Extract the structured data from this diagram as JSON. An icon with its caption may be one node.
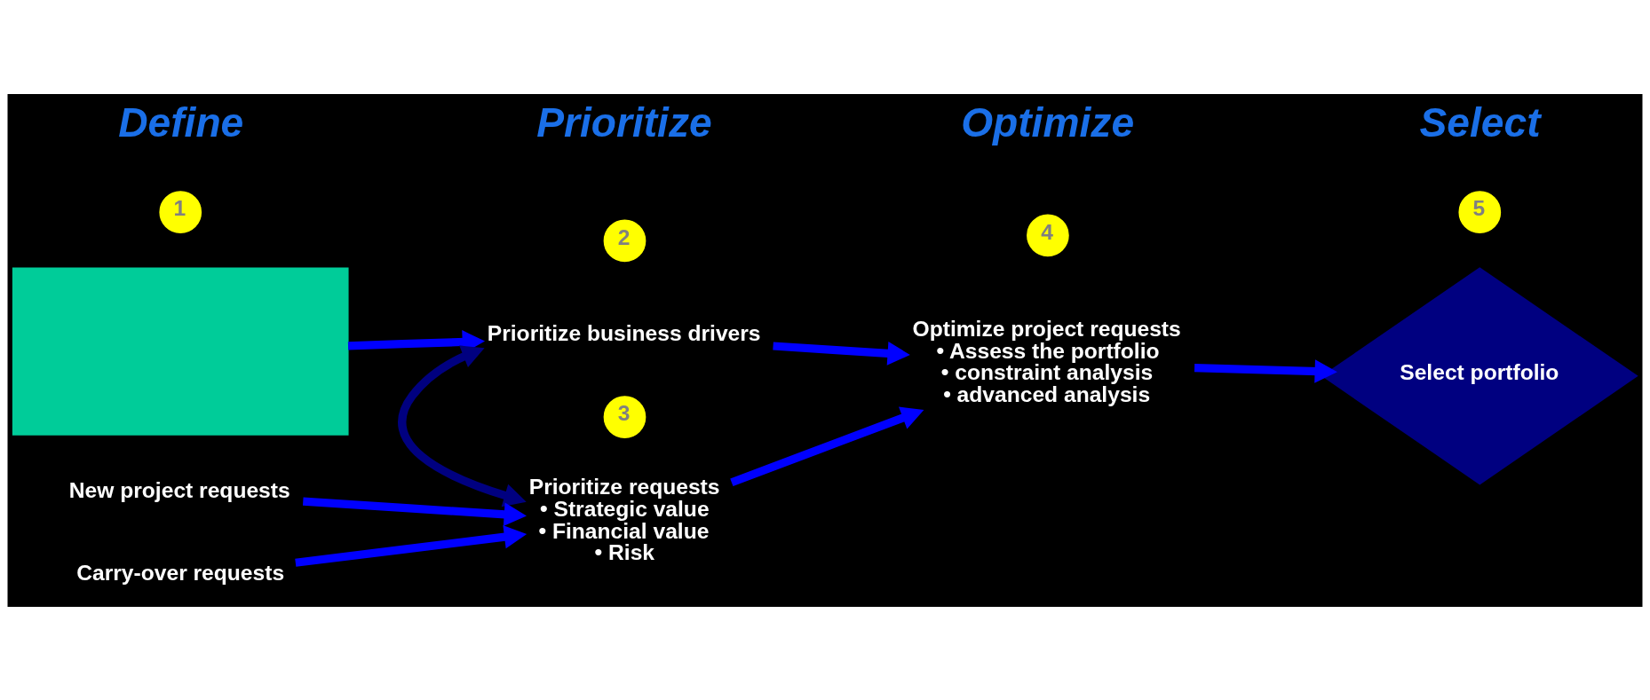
{
  "diagram": {
    "nodes": [
      {
        "text": [
          "1"
        ]
      },
      {
        "text": [],
        "shape": "box"
      },
      {
        "text": [
          "2"
        ]
      },
      {
        "text": [
          "Prioritize business drivers"
        ]
      },
      {
        "text": [
          "3"
        ]
      },
      {
        "text": [
          "Prioritize requests",
          "• Strategic value",
          "• Financial value",
          "• Risk"
        ]
      },
      {
        "text": [
          "New project requests"
        ]
      },
      {
        "text": [
          "Carry-over requests"
        ]
      },
      {
        "text": [
          "4"
        ]
      },
      {
        "text": [
          "Optimize project requests",
          "• Assess the portfolio",
          "• constraint analysis",
          "• advanced analysis"
        ]
      },
      {
        "text": [
          "5"
        ]
      },
      {
        "text": [
          "Select portfolio"
        ]
      }
    ],
    "edges": [
      {
        "from": 1,
        "to": 3,
        "arrow": "to"
      },
      {
        "from": 3,
        "to": 5,
        "arrow": "both",
        "color": "#000080"
      },
      {
        "from": 6,
        "to": 5,
        "arrow": "to"
      },
      {
        "from": 7,
        "to": 5,
        "arrow": "to"
      },
      {
        "from": 3,
        "to": 9,
        "arrow": "to"
      },
      {
        "from": 5,
        "to": 9,
        "arrow": "to"
      },
      {
        "from": 9,
        "to": 11,
        "arrow": "to"
      }
    ],
    "labels": [
      "Define",
      "Prioritize",
      "Optimize",
      "Select"
    ]
  }
}
